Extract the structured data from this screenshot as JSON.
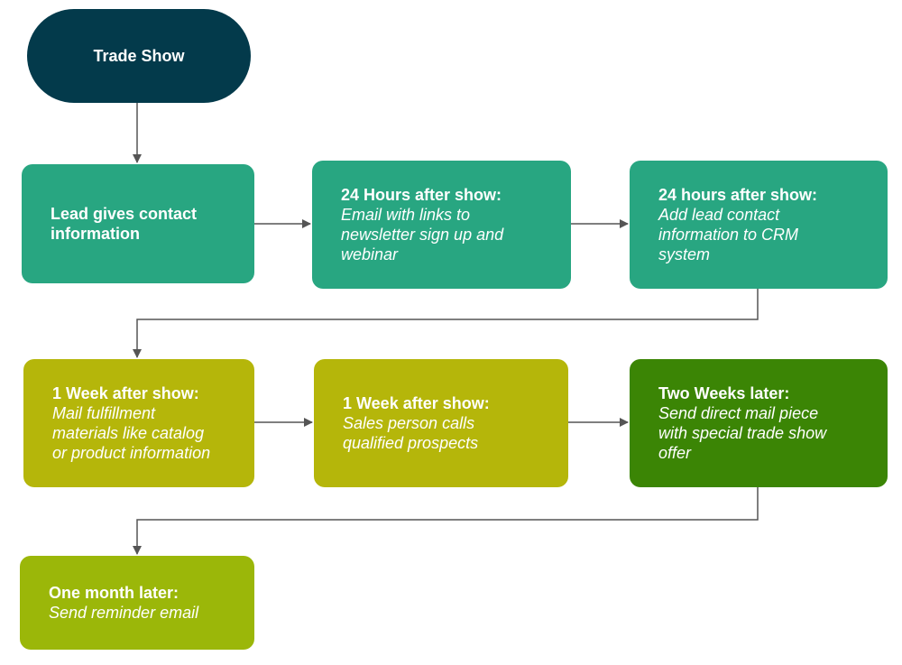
{
  "start": {
    "label": "Trade Show"
  },
  "steps": [
    {
      "title": "Lead gives contact information",
      "desc": ""
    },
    {
      "title": "24 Hours after show:",
      "desc": "Email with links to\nnewsletter sign up and\nwebinar"
    },
    {
      "title": "24 hours after show:",
      "desc": "Add lead contact\ninformation to CRM\nsystem"
    },
    {
      "title": "1 Week after show:",
      "desc": "Mail fulfillment\nmaterials like catalog\nor product information"
    },
    {
      "title": "1 Week after show:",
      "desc": "Sales person calls\nqualified prospects"
    },
    {
      "title": "Two Weeks later:",
      "desc": "Send direct mail piece\nwith special trade show\noffer"
    },
    {
      "title": "One month later:",
      "desc": "Send reminder email"
    }
  ],
  "colors": {
    "start": "#033a4b",
    "teal": "#28a681",
    "olive": "#b5b60a",
    "dark_green": "#3b8505",
    "lime": "#9bb709",
    "connector": "#555555"
  }
}
